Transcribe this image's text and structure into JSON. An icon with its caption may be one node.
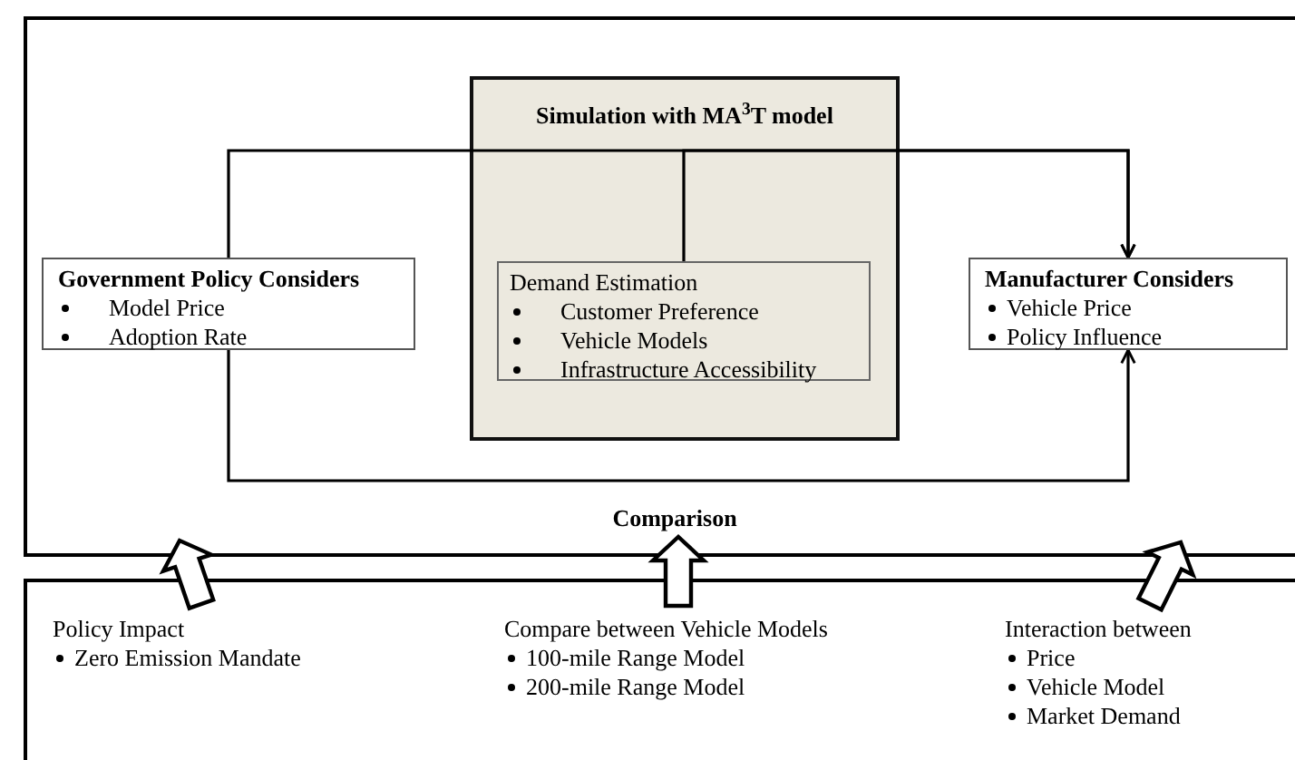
{
  "diagram": {
    "nodes": [
      {
        "text": [],
        "shape": "box"
      },
      {
        "text": [
          "Simulation with MA$^{3}$T model"
        ],
        "in": 0
      },
      {
        "text": [
          "Government Policy Considers",
          "Model Price",
          "Adoption Rate"
        ],
        "in": 0
      },
      {
        "text": [
          "Demand Estimation",
          "Customer Preference",
          "Vehicle Models",
          "Infrastructure Accessibility"
        ],
        "in": 1
      },
      {
        "text": [
          "Manufacturer Considers",
          "Vehicle Price",
          "Policy Influence"
        ],
        "in": 0
      },
      {
        "text": [],
        "shape": "box"
      },
      {
        "text": [
          "Policy Impact",
          "Zero Emission Mandate"
        ],
        "in": 5
      },
      {
        "text": [
          "Compare between Vehicle Models",
          "100-mile Range Model",
          "200-mile Range Model"
        ],
        "in": 5
      },
      {
        "text": [
          "Interaction between",
          "Price",
          "Vehicle Model",
          "Market Demand"
        ],
        "in": 5
      }
    ],
    "edges": [
      {
        "from": 2,
        "to": 4,
        "arrow": "to"
      },
      {
        "from": 3,
        "to": 4,
        "arrow": "to"
      },
      {
        "from": 2,
        "to": 4,
        "arrow": "to"
      },
      {
        "from": 6,
        "to": 0,
        "arrow": "to",
        "style": "thick"
      },
      {
        "from": 7,
        "to": 0,
        "arrow": "to",
        "style": "thick"
      },
      {
        "from": 8,
        "to": 0,
        "arrow": "to",
        "style": "thick"
      }
    ],
    "labels": [
      "Comparison"
    ]
  }
}
